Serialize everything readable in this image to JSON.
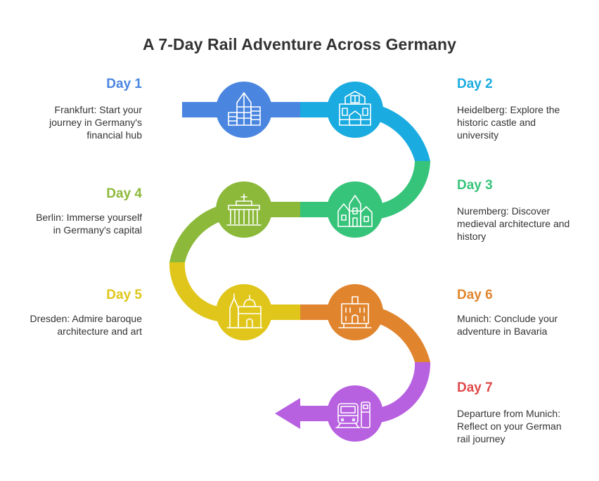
{
  "title": "A 7-Day Rail Adventure Across Germany",
  "colors": {
    "day1": "#4a86e0",
    "day2": "#1aabe0",
    "day3": "#36c47a",
    "day4": "#8cb93a",
    "day5": "#e0c61a",
    "day6": "#e0852e",
    "day7": "#b760e0",
    "day7_heading": "#e04b4b"
  },
  "days": [
    {
      "heading": "Day 1",
      "desc": "Frankfurt: Start your\njourney in Germany's\nfinancial hub",
      "icon": "skyscrapers-icon"
    },
    {
      "heading": "Day 2",
      "desc": "Heidelberg: Explore the\nhistoric castle and\nuniversity",
      "icon": "castle-icon"
    },
    {
      "heading": "Day 3",
      "desc": "Nuremberg: Discover\nmedieval architecture and\nhistory",
      "icon": "medieval-town-icon"
    },
    {
      "heading": "Day 4",
      "desc": "Berlin: Immerse yourself\nin Germany's capital",
      "icon": "brandenburg-gate-icon"
    },
    {
      "heading": "Day 5",
      "desc": "Dresden: Admire baroque\narchitecture and art",
      "icon": "baroque-church-icon"
    },
    {
      "heading": "Day 6",
      "desc": "Munich: Conclude your\nadventure in Bavaria",
      "icon": "city-hall-icon"
    },
    {
      "heading": "Day 7",
      "desc": "Departure from Munich:\nReflect on your German\nrail journey",
      "icon": "train-icon"
    }
  ]
}
